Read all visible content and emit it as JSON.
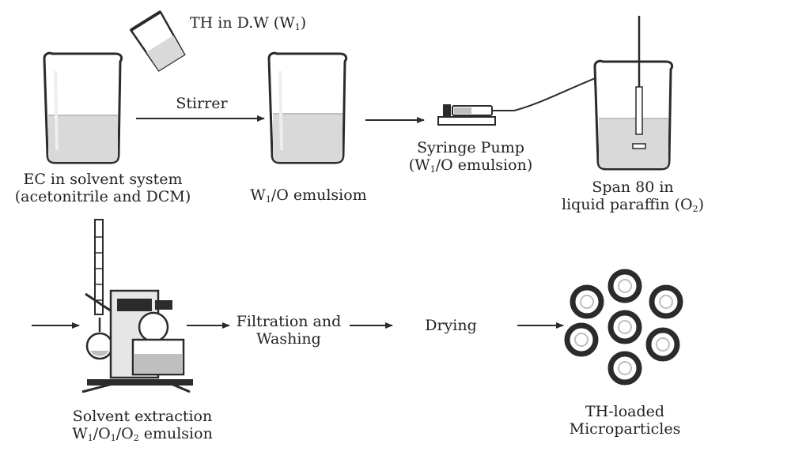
{
  "diagram": {
    "top_row": {
      "water_phase_label": {
        "text": "TH in D.W (W",
        "sub": "1",
        "tail": ")"
      },
      "beaker_ec_label": [
        "EC in solvent system",
        "(acetonitrile and DCM)"
      ],
      "stirrer_label": "Stirrer",
      "primary_emulsion_label": {
        "pre": "W",
        "sub": "1",
        "tail": "/O emulsiom"
      },
      "syringe_pump_label": {
        "line1": "Syringe Pump",
        "pre": "(W",
        "sub": "1",
        "tail": "/O emulsion)"
      },
      "outer_phase_label": {
        "line1": "Span 80 in",
        "pre": "liquid paraffin (O",
        "sub": "2",
        "tail": ")"
      }
    },
    "bottom_row": {
      "solvent_extraction_label": {
        "line1": "Solvent extraction",
        "pre": "W",
        "sub1": "1",
        "mid1": "/O",
        "sub2": "1",
        "mid2": "/O",
        "sub3": "2",
        "tail": " emulsion"
      },
      "filtration_label": [
        "Filtration and",
        "Washing"
      ],
      "drying_label": "Drying",
      "product_label": [
        "TH-loaded",
        "Microparticles"
      ]
    },
    "colors": {
      "line": "#2b2b2b",
      "liquid": "#d9d9d9",
      "liquid_dark": "#bfbfbf",
      "glass": "#ffffff",
      "particle_ring": "#2b2b2b"
    }
  }
}
